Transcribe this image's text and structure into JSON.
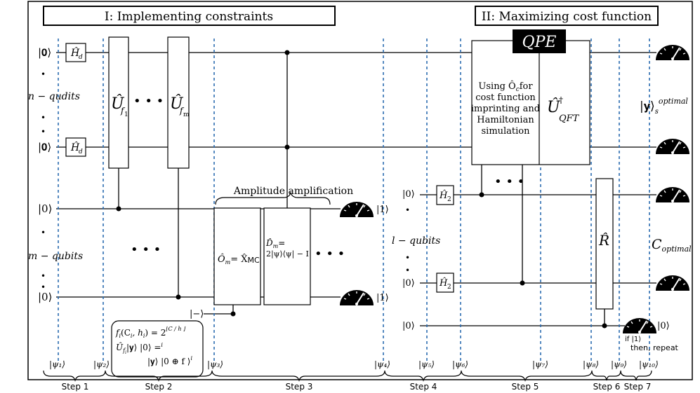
{
  "headers": {
    "part1": "I: Implementing constraints",
    "part2": "II: Maximizing cost function",
    "qpe": "QPE"
  },
  "labels": {
    "ket0_bold": "|𝟎⟩",
    "ket0": "|0⟩",
    "ket1": "|1⟩",
    "ket_minus": "|−⟩",
    "n_qudits": "n − qudits",
    "m_qubits": "m − qubits",
    "l_qubits": "l − qubits",
    "dot": "•",
    "ellipsis": "• • •",
    "y_optimal": "|𝐲⟩",
    "y_optimal_sub": "s",
    "y_optimal_sup": "optimal",
    "c_optimal": "C",
    "c_optimal_sub": "optimal",
    "if_line1": "if |1⟩",
    "if_line2": "then, repeat",
    "amp_amp": "Amplitude amplification"
  },
  "gates": {
    "hd": "Ĥ",
    "hd_sub": "d",
    "h2": "Ĥ",
    "h2_sub": "2",
    "uf": "Û",
    "uf1_sub": "f",
    "uf1_subsub": "1",
    "ufm_sub": "f",
    "ufm_subsub": "m",
    "om_line1": "Ô",
    "om_sub": "m",
    "om_rest": "= X̂",
    "om_mc": "MC",
    "dm_line1": "D̂",
    "dm_sub": "m",
    "dm_eq": "=",
    "dm_line2": "2|ψ⟩⟨ψ| − I",
    "oc_lines": [
      "Using Ô",
      "cost function",
      "imprinting and",
      "Hamiltonian",
      "simulation"
    ],
    "oc_sub": "c",
    "oc_for": "for",
    "uqft": "Û",
    "uqft_sup": "†",
    "uqft_sub": "QFT",
    "r": "R̂"
  },
  "formula": {
    "line1": "f",
    "line1_sub": "i",
    "line1_rest": "(C",
    "line1_ci": "i",
    "line1_mid": ", h",
    "line1_hi": "i",
    "line1_end": ") = 2",
    "line1_exp": "⌊C / h ⌋",
    "line2": "Û",
    "line2_sub": "f",
    "line2_subsub": "i",
    "line2_rest": "|𝐲⟩ |0⟩ =",
    "line2_sup": "i",
    "line2_sup2": "i",
    "line3": "|𝐲⟩ |0 ⊕ f ⟩",
    "line3_sup": "i",
    "line3_sup2": "i",
    "line3_sub": "i"
  },
  "psi": [
    "|ψ₁⟩",
    "|ψ₂⟩",
    "|ψ₃⟩",
    "|ψ₄⟩",
    "|ψ₅⟩",
    "|ψ₆⟩",
    "|ψ₇⟩",
    "|ψ₈⟩",
    "|ψ₉⟩",
    "|ψ₁₀⟩"
  ],
  "steps": [
    "Step 1",
    "Step 2",
    "Step 3",
    "Step 4",
    "Step 5",
    "Step 6",
    "Step 7"
  ]
}
